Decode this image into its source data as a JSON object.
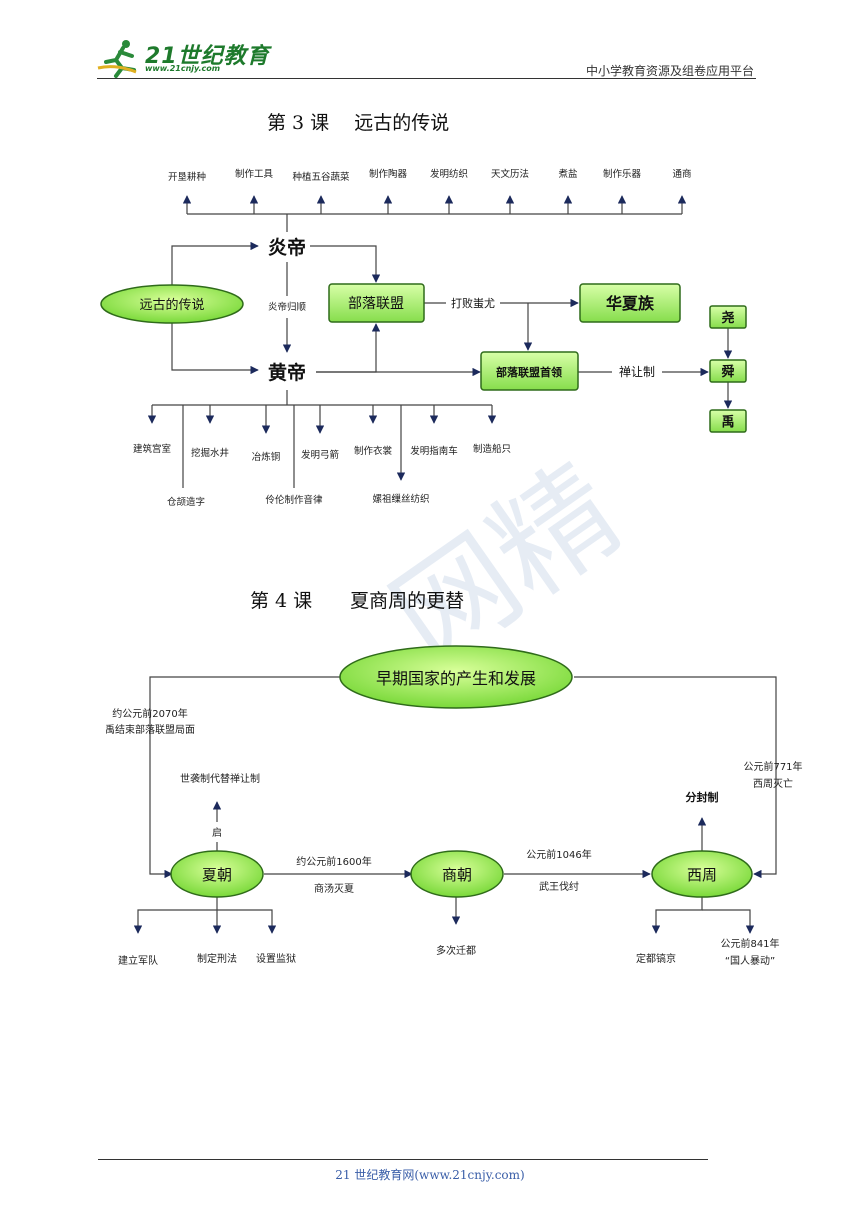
{
  "header": {
    "logo_text": "21世纪教育",
    "logo_url": "www.21cnjy.com",
    "platform": "中小学教育资源及组卷应用平台"
  },
  "watermark": "网精",
  "lesson3": {
    "title": "第 3 课　 远古的传说",
    "top_items": [
      "开垦耕种",
      "制作工具",
      "种植五谷蔬菜",
      "制作陶器",
      "发明纺织",
      "天文历法",
      "煮盐",
      "制作乐器",
      "通商"
    ],
    "yandi": "炎帝",
    "huangdi": "黄帝",
    "center": "远古的传说",
    "merge_label": "炎帝归顺",
    "alliance": "部落联盟",
    "defeat_label": "打败蚩尤",
    "huaxia": "华夏族",
    "leader": "部落联盟首领",
    "shanrang": "禅让制",
    "rulers": [
      "尧",
      "舜",
      "禹"
    ],
    "bottom_items_row1": [
      "建筑宫室",
      "挖掘水井",
      "冶炼铜",
      "发明弓箭",
      "制作衣裳",
      "发明指南车",
      "制造船只"
    ],
    "bottom_items_row2": [
      "仓颉造字",
      "伶伦制作音律",
      "嫘祖缫丝纺织"
    ]
  },
  "lesson4": {
    "title": "第 4 课　　夏商周的更替",
    "top": "早期国家的产生和发展",
    "left_note_1": "约公元前2070年",
    "left_note_2": "禹结束部落联盟局面",
    "right_note_1": "公元前771年",
    "right_note_2": "西周灭亡",
    "xia": "夏朝",
    "shang": "商朝",
    "xizhou": "西周",
    "hereditary": "世袭制代替禅让制",
    "qi": "启",
    "fengjian": "分封制",
    "xia_shang_top": "约公元前1600年",
    "xia_shang_bottom": "商汤灭夏",
    "shang_zhou_top": "公元前1046年",
    "shang_zhou_bottom": "武王伐纣",
    "xia_items": [
      "建立军队",
      "制定刑法",
      "设置监狱"
    ],
    "shang_items": [
      "多次迁都"
    ],
    "zhou_item_1": "定都镐京",
    "zhou_item_2a": "公元前841年",
    "zhou_item_2b": "“国人暴动”"
  },
  "footer": {
    "text": "21 世纪教育网(www.21cnjy.com)"
  }
}
